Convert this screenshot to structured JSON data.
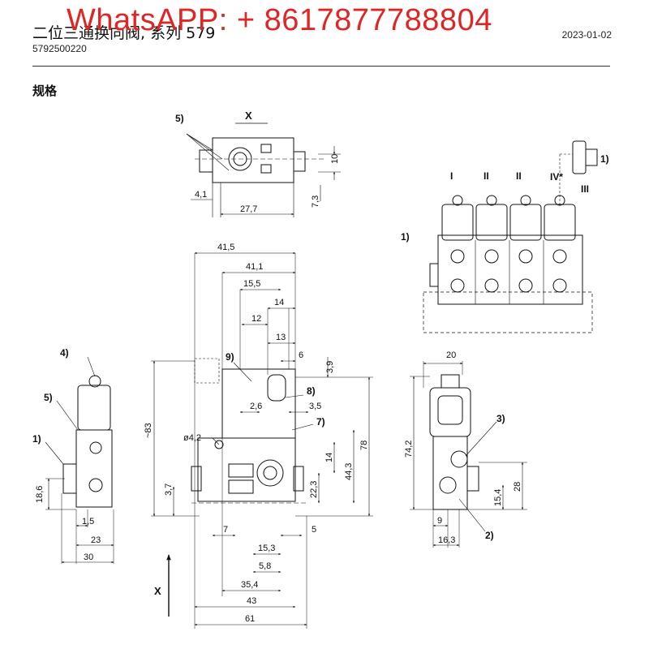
{
  "header": {
    "title": "二位三通换向阀, 系列 579",
    "code": "5792500220",
    "date": "2023-01-02"
  },
  "watermark": "WhatsAPP: + 8617877788804",
  "section_title": "规格",
  "callouts": [
    "1)",
    "2)",
    "3)",
    "4)",
    "5)",
    "7)",
    "8)",
    "9)"
  ],
  "roman": [
    "I",
    "II",
    "II",
    "III",
    "IV*"
  ],
  "view_label": "X",
  "dims": {
    "top_view": [
      "10",
      "4,1",
      "7,3",
      "27,7"
    ],
    "front_view": [
      "41,5",
      "41,1",
      "15,5",
      "14",
      "12",
      "13",
      "6",
      "3,9",
      "2,6",
      "3,5",
      "ø4,2",
      "~83",
      "78",
      "14",
      "44,3",
      "22,3",
      "3,7",
      "7",
      "15,3",
      "5",
      "5,8",
      "35,4",
      "43",
      "61"
    ],
    "left_view": [
      "18,6",
      "1,5",
      "23",
      "30"
    ],
    "right_view": [
      "20",
      "74,2",
      "15,4",
      "28",
      "9",
      "16,3"
    ]
  }
}
